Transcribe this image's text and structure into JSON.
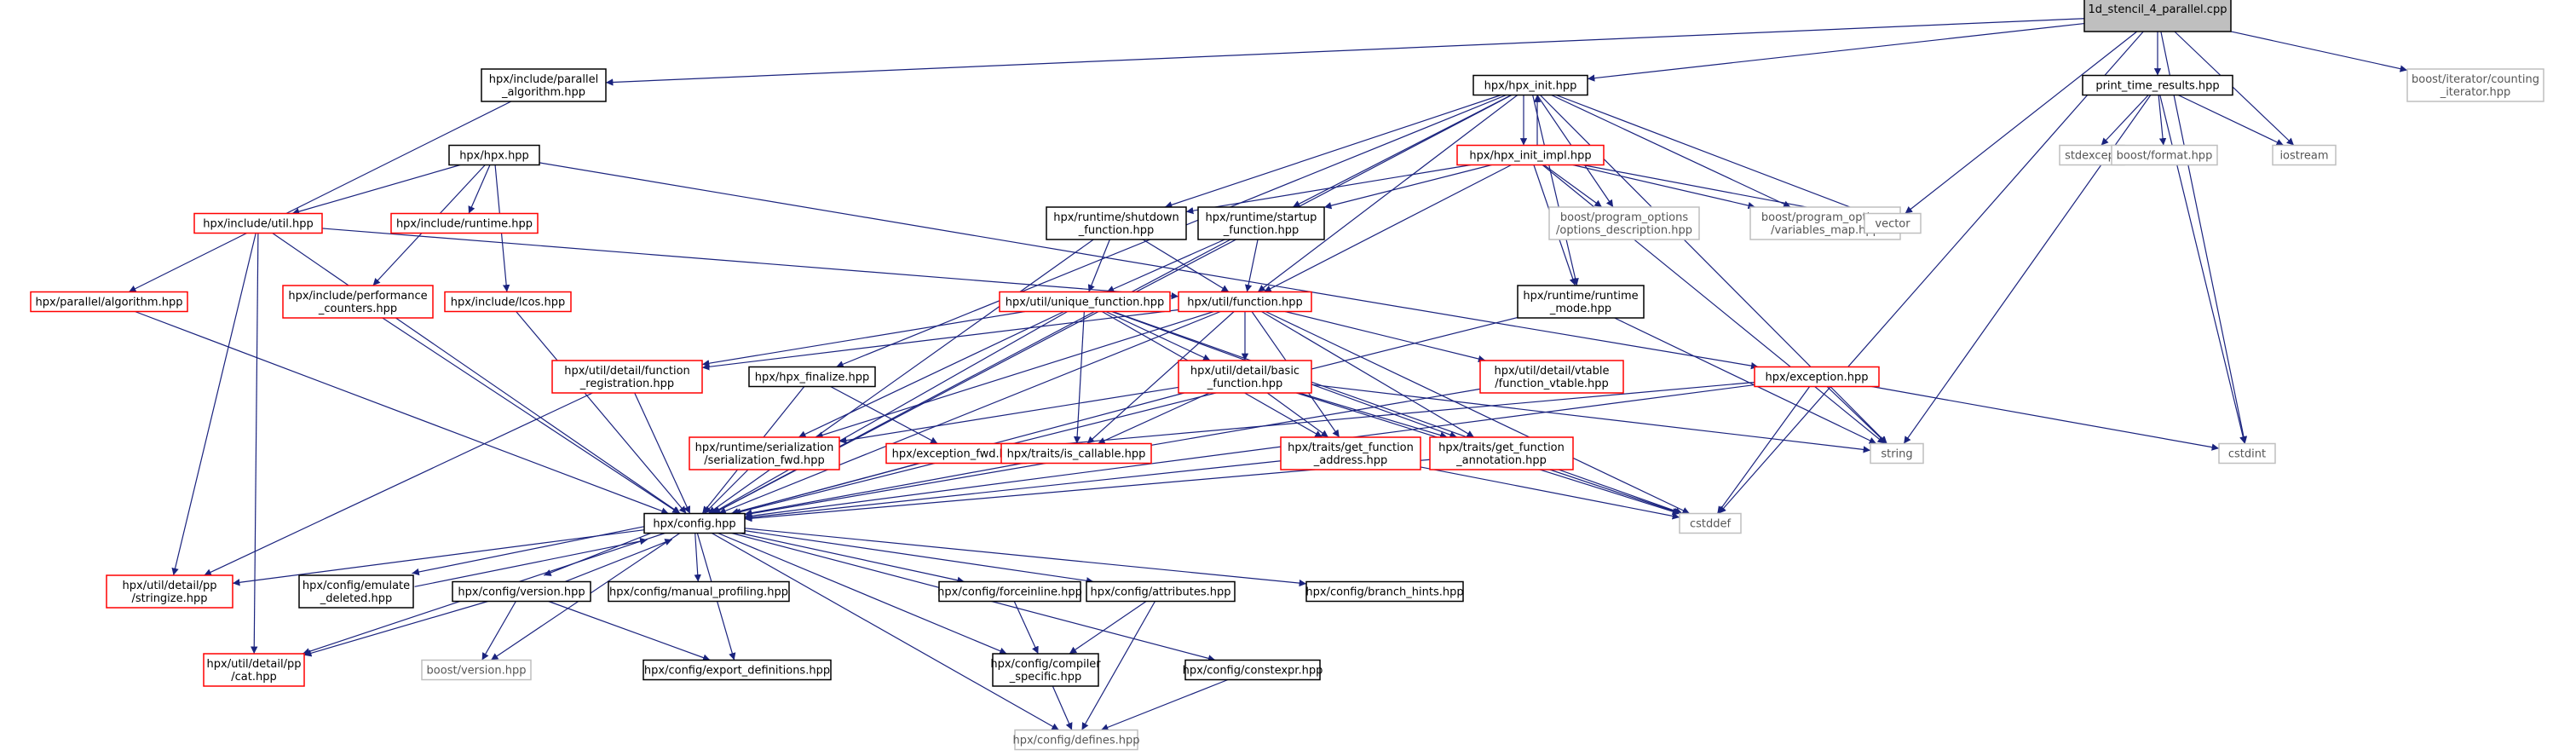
{
  "graph": {
    "nodes": [
      {
        "id": "root",
        "lines": [
          "1d_stencil_4_parallel.cpp"
        ],
        "style": "root"
      },
      {
        "id": "par_alg",
        "lines": [
          "hpx/include/parallel",
          "_algorithm.hpp"
        ],
        "style": "black"
      },
      {
        "id": "hpx_init",
        "lines": [
          "hpx/hpx_init.hpp"
        ],
        "style": "black"
      },
      {
        "id": "ptr",
        "lines": [
          "print_time_results.hpp"
        ],
        "style": "black"
      },
      {
        "id": "counting_it",
        "lines": [
          "boost/iterator/counting",
          "_iterator.hpp"
        ],
        "style": "gray"
      },
      {
        "id": "hpx_hpp",
        "lines": [
          "hpx/hpx.hpp"
        ],
        "style": "black"
      },
      {
        "id": "hpx_init_impl",
        "lines": [
          "hpx/hpx_init_impl.hpp"
        ],
        "style": "red"
      },
      {
        "id": "stdexcept",
        "lines": [
          "stdexcept"
        ],
        "style": "gray"
      },
      {
        "id": "boost_format",
        "lines": [
          "boost/format.hpp"
        ],
        "style": "gray"
      },
      {
        "id": "iostream",
        "lines": [
          "iostream"
        ],
        "style": "gray"
      },
      {
        "id": "include_util",
        "lines": [
          "hpx/include/util.hpp"
        ],
        "style": "red"
      },
      {
        "id": "include_runtime",
        "lines": [
          "hpx/include/runtime.hpp"
        ],
        "style": "red"
      },
      {
        "id": "shutdown_fn",
        "lines": [
          "hpx/runtime/shutdown",
          "_function.hpp"
        ],
        "style": "black"
      },
      {
        "id": "startup_fn",
        "lines": [
          "hpx/runtime/startup",
          "_function.hpp"
        ],
        "style": "black"
      },
      {
        "id": "po_desc",
        "lines": [
          "boost/program_options",
          "/options_description.hpp"
        ],
        "style": "gray"
      },
      {
        "id": "po_vmap",
        "lines": [
          "boost/program_options",
          "/variables_map.hpp"
        ],
        "style": "gray"
      },
      {
        "id": "vector",
        "lines": [
          "vector"
        ],
        "style": "gray"
      },
      {
        "id": "par_algorithm",
        "lines": [
          "hpx/parallel/algorithm.hpp"
        ],
        "style": "red"
      },
      {
        "id": "perf_counters",
        "lines": [
          "hpx/include/performance",
          "_counters.hpp"
        ],
        "style": "red"
      },
      {
        "id": "lcos",
        "lines": [
          "hpx/include/lcos.hpp"
        ],
        "style": "red"
      },
      {
        "id": "unique_fn",
        "lines": [
          "hpx/util/unique_function.hpp"
        ],
        "style": "red"
      },
      {
        "id": "util_fn",
        "lines": [
          "hpx/util/function.hpp"
        ],
        "style": "red"
      },
      {
        "id": "runtime_mode",
        "lines": [
          "hpx/runtime/runtime",
          "_mode.hpp"
        ],
        "style": "black"
      },
      {
        "id": "fn_reg",
        "lines": [
          "hpx/util/detail/function",
          "_registration.hpp"
        ],
        "style": "red"
      },
      {
        "id": "hpx_finalize",
        "lines": [
          "hpx/hpx_finalize.hpp"
        ],
        "style": "black"
      },
      {
        "id": "basic_fn",
        "lines": [
          "hpx/util/detail/basic",
          "_function.hpp"
        ],
        "style": "red"
      },
      {
        "id": "vtable",
        "lines": [
          "hpx/util/detail/vtable",
          "/function_vtable.hpp"
        ],
        "style": "red"
      },
      {
        "id": "exception",
        "lines": [
          "hpx/exception.hpp"
        ],
        "style": "red"
      },
      {
        "id": "ser_fwd",
        "lines": [
          "hpx/runtime/serialization",
          "/serialization_fwd.hpp"
        ],
        "style": "red"
      },
      {
        "id": "exc_fwd",
        "lines": [
          "hpx/exception_fwd.hpp"
        ],
        "style": "red"
      },
      {
        "id": "is_callable",
        "lines": [
          "hpx/traits/is_callable.hpp"
        ],
        "style": "red"
      },
      {
        "id": "get_fn_addr",
        "lines": [
          "hpx/traits/get_function",
          "_address.hpp"
        ],
        "style": "red"
      },
      {
        "id": "get_fn_ann",
        "lines": [
          "hpx/traits/get_function",
          "_annotation.hpp"
        ],
        "style": "red"
      },
      {
        "id": "string",
        "lines": [
          "string"
        ],
        "style": "gray"
      },
      {
        "id": "cstdint",
        "lines": [
          "cstdint"
        ],
        "style": "gray"
      },
      {
        "id": "config",
        "lines": [
          "hpx/config.hpp"
        ],
        "style": "black"
      },
      {
        "id": "cstddef",
        "lines": [
          "cstddef"
        ],
        "style": "gray"
      },
      {
        "id": "stringize",
        "lines": [
          "hpx/util/detail/pp",
          "/stringize.hpp"
        ],
        "style": "red"
      },
      {
        "id": "emulate_deleted",
        "lines": [
          "hpx/config/emulate",
          "_deleted.hpp"
        ],
        "style": "black"
      },
      {
        "id": "cfg_version",
        "lines": [
          "hpx/config/version.hpp"
        ],
        "style": "black"
      },
      {
        "id": "manual_prof",
        "lines": [
          "hpx/config/manual_profiling.hpp"
        ],
        "style": "black"
      },
      {
        "id": "forceinline",
        "lines": [
          "hpx/config/forceinline.hpp"
        ],
        "style": "black"
      },
      {
        "id": "attributes",
        "lines": [
          "hpx/config/attributes.hpp"
        ],
        "style": "black"
      },
      {
        "id": "branch_hints",
        "lines": [
          "hpx/config/branch_hints.hpp"
        ],
        "style": "black"
      },
      {
        "id": "cat",
        "lines": [
          "hpx/util/detail/pp",
          "/cat.hpp"
        ],
        "style": "red"
      },
      {
        "id": "boost_version",
        "lines": [
          "boost/version.hpp"
        ],
        "style": "gray"
      },
      {
        "id": "export_defs",
        "lines": [
          "hpx/config/export_definitions.hpp"
        ],
        "style": "black"
      },
      {
        "id": "compiler_specific",
        "lines": [
          "hpx/config/compiler",
          "_specific.hpp"
        ],
        "style": "black"
      },
      {
        "id": "constexpr",
        "lines": [
          "hpx/config/constexpr.hpp"
        ],
        "style": "black"
      },
      {
        "id": "defines",
        "lines": [
          "hpx/config/defines.hpp"
        ],
        "style": "gray"
      }
    ],
    "edges": [
      [
        "root",
        "par_alg"
      ],
      [
        "root",
        "hpx_init"
      ],
      [
        "root",
        "ptr"
      ],
      [
        "root",
        "counting_it"
      ],
      [
        "root",
        "vector"
      ],
      [
        "root",
        "iostream"
      ],
      [
        "root",
        "cstdint"
      ],
      [
        "root",
        "cstddef"
      ],
      [
        "par_alg",
        "par_algorithm"
      ],
      [
        "hpx_init",
        "hpx_init_impl"
      ],
      [
        "hpx_init",
        "config"
      ],
      [
        "hpx_init",
        "hpx_finalize"
      ],
      [
        "hpx_init",
        "shutdown_fn"
      ],
      [
        "hpx_init",
        "startup_fn"
      ],
      [
        "hpx_init",
        "util_fn"
      ],
      [
        "hpx_init",
        "runtime_mode"
      ],
      [
        "hpx_init",
        "po_desc"
      ],
      [
        "hpx_init",
        "po_vmap"
      ],
      [
        "hpx_init",
        "vector"
      ],
      [
        "hpx_init",
        "string"
      ],
      [
        "hpx_init_impl",
        "hpx_init"
      ],
      [
        "hpx_init_impl",
        "shutdown_fn"
      ],
      [
        "hpx_init_impl",
        "startup_fn"
      ],
      [
        "hpx_init_impl",
        "util_fn"
      ],
      [
        "hpx_init_impl",
        "runtime_mode"
      ],
      [
        "hpx_init_impl",
        "po_desc"
      ],
      [
        "hpx_init_impl",
        "po_vmap"
      ],
      [
        "hpx_init_impl",
        "vector"
      ],
      [
        "hpx_init_impl",
        "string"
      ],
      [
        "ptr",
        "stdexcept"
      ],
      [
        "ptr",
        "boost_format"
      ],
      [
        "ptr",
        "iostream"
      ],
      [
        "ptr",
        "cstdint"
      ],
      [
        "ptr",
        "string"
      ],
      [
        "hpx_hpp",
        "include_util"
      ],
      [
        "hpx_hpp",
        "include_runtime"
      ],
      [
        "hpx_hpp",
        "perf_counters"
      ],
      [
        "hpx_hpp",
        "lcos"
      ],
      [
        "hpx_hpp",
        "exception"
      ],
      [
        "include_util",
        "util_fn"
      ],
      [
        "include_util",
        "config"
      ],
      [
        "include_util",
        "stringize"
      ],
      [
        "include_util",
        "cat"
      ],
      [
        "par_algorithm",
        "config"
      ],
      [
        "perf_counters",
        "config"
      ],
      [
        "lcos",
        "config"
      ],
      [
        "shutdown_fn",
        "unique_fn"
      ],
      [
        "shutdown_fn",
        "util_fn"
      ],
      [
        "shutdown_fn",
        "config"
      ],
      [
        "startup_fn",
        "unique_fn"
      ],
      [
        "startup_fn",
        "util_fn"
      ],
      [
        "startup_fn",
        "config"
      ],
      [
        "unique_fn",
        "fn_reg"
      ],
      [
        "unique_fn",
        "basic_fn"
      ],
      [
        "unique_fn",
        "ser_fwd"
      ],
      [
        "unique_fn",
        "is_callable"
      ],
      [
        "unique_fn",
        "get_fn_addr"
      ],
      [
        "unique_fn",
        "get_fn_ann"
      ],
      [
        "unique_fn",
        "config"
      ],
      [
        "unique_fn",
        "cstddef"
      ],
      [
        "util_fn",
        "fn_reg"
      ],
      [
        "util_fn",
        "basic_fn"
      ],
      [
        "util_fn",
        "vtable"
      ],
      [
        "util_fn",
        "ser_fwd"
      ],
      [
        "util_fn",
        "is_callable"
      ],
      [
        "util_fn",
        "get_fn_addr"
      ],
      [
        "util_fn",
        "get_fn_ann"
      ],
      [
        "util_fn",
        "config"
      ],
      [
        "util_fn",
        "cstddef"
      ],
      [
        "runtime_mode",
        "config"
      ],
      [
        "runtime_mode",
        "string"
      ],
      [
        "fn_reg",
        "config"
      ],
      [
        "fn_reg",
        "stringize"
      ],
      [
        "hpx_finalize",
        "config"
      ],
      [
        "hpx_finalize",
        "exc_fwd"
      ],
      [
        "basic_fn",
        "ser_fwd"
      ],
      [
        "basic_fn",
        "is_callable"
      ],
      [
        "basic_fn",
        "get_fn_addr"
      ],
      [
        "basic_fn",
        "get_fn_ann"
      ],
      [
        "basic_fn",
        "config"
      ],
      [
        "basic_fn",
        "string"
      ],
      [
        "basic_fn",
        "cstddef"
      ],
      [
        "vtable",
        "config"
      ],
      [
        "exception",
        "exc_fwd"
      ],
      [
        "exception",
        "config"
      ],
      [
        "exception",
        "string"
      ],
      [
        "exception",
        "cstdint"
      ],
      [
        "exception",
        "cstddef"
      ],
      [
        "ser_fwd",
        "config"
      ],
      [
        "exc_fwd",
        "config"
      ],
      [
        "is_callable",
        "config"
      ],
      [
        "get_fn_addr",
        "config"
      ],
      [
        "get_fn_addr",
        "cstddef"
      ],
      [
        "get_fn_ann",
        "config"
      ],
      [
        "get_fn_ann",
        "cstddef"
      ],
      [
        "config",
        "stringize"
      ],
      [
        "config",
        "emulate_deleted"
      ],
      [
        "config",
        "cfg_version"
      ],
      [
        "config",
        "manual_prof"
      ],
      [
        "config",
        "forceinline"
      ],
      [
        "config",
        "attributes"
      ],
      [
        "config",
        "branch_hints"
      ],
      [
        "config",
        "cat"
      ],
      [
        "config",
        "boost_version"
      ],
      [
        "config",
        "export_defs"
      ],
      [
        "config",
        "compiler_specific"
      ],
      [
        "config",
        "constexpr"
      ],
      [
        "config",
        "defines"
      ],
      [
        "emulate_deleted",
        "config"
      ],
      [
        "cfg_version",
        "config"
      ],
      [
        "cfg_version",
        "cat"
      ],
      [
        "cfg_version",
        "boost_version"
      ],
      [
        "cfg_version",
        "export_defs"
      ],
      [
        "forceinline",
        "compiler_specific"
      ],
      [
        "attributes",
        "compiler_specific"
      ],
      [
        "attributes",
        "defines"
      ],
      [
        "compiler_specific",
        "defines"
      ],
      [
        "constexpr",
        "defines"
      ]
    ]
  }
}
